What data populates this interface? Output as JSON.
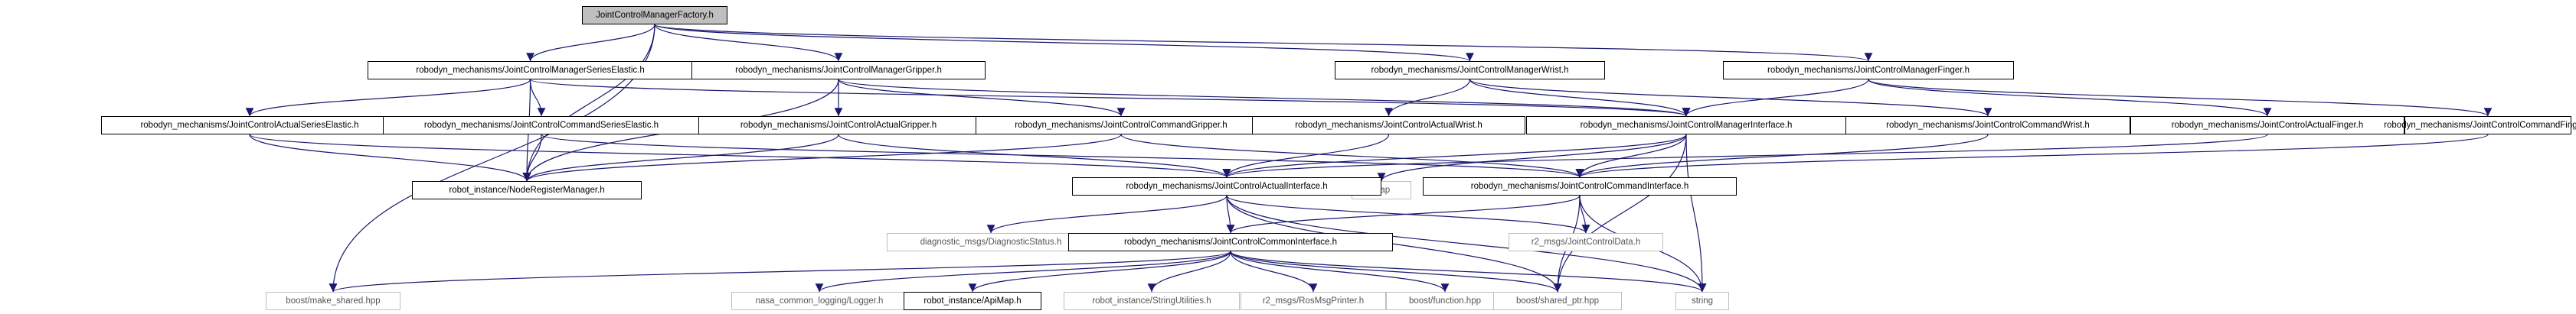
{
  "nodes": [
    {
      "id": "root",
      "label": "JointControlManagerFactory.h",
      "kind": "root"
    },
    {
      "id": "series",
      "label": "robodyn_mechanisms/JointControlManagerSeriesElastic.h",
      "kind": "file"
    },
    {
      "id": "gripper",
      "label": "robodyn_mechanisms/JointControlManagerGripper.h",
      "kind": "file"
    },
    {
      "id": "wrist",
      "label": "robodyn_mechanisms/JointControlManagerWrist.h",
      "kind": "file"
    },
    {
      "id": "finger",
      "label": "robodyn_mechanisms/JointControlManagerFinger.h",
      "kind": "file"
    },
    {
      "id": "actSeries",
      "label": "robodyn_mechanisms/JointControlActualSeriesElastic.h",
      "kind": "file"
    },
    {
      "id": "cmdSeries",
      "label": "robodyn_mechanisms/JointControlCommandSeriesElastic.h",
      "kind": "file"
    },
    {
      "id": "actGripper",
      "label": "robodyn_mechanisms/JointControlActualGripper.h",
      "kind": "file"
    },
    {
      "id": "cmdGripper",
      "label": "robodyn_mechanisms/JointControlCommandGripper.h",
      "kind": "file"
    },
    {
      "id": "actWrist",
      "label": "robodyn_mechanisms/JointControlActualWrist.h",
      "kind": "file"
    },
    {
      "id": "mgrIface",
      "label": "robodyn_mechanisms/JointControlManagerInterface.h",
      "kind": "file"
    },
    {
      "id": "cmdWrist",
      "label": "robodyn_mechanisms/JointControlCommandWrist.h",
      "kind": "file"
    },
    {
      "id": "actFinger",
      "label": "robodyn_mechanisms/JointControlActualFinger.h",
      "kind": "file"
    },
    {
      "id": "cmdFinger",
      "label": "robodyn_mechanisms/JointControlCommandFinger.h",
      "kind": "file"
    },
    {
      "id": "nodeReg",
      "label": "robot_instance/NodeRegisterManager.h",
      "kind": "file"
    },
    {
      "id": "map",
      "label": "map",
      "kind": "ext"
    },
    {
      "id": "actIface",
      "label": "robodyn_mechanisms/JointControlActualInterface.h",
      "kind": "file"
    },
    {
      "id": "cmdIface",
      "label": "robodyn_mechanisms/JointControlCommandInterface.h",
      "kind": "file"
    },
    {
      "id": "diag",
      "label": "diagnostic_msgs/DiagnosticStatus.h",
      "kind": "ext"
    },
    {
      "id": "r2data",
      "label": "r2_msgs/JointControlData.h",
      "kind": "ext"
    },
    {
      "id": "common",
      "label": "robodyn_mechanisms/JointControlCommonInterface.h",
      "kind": "file"
    },
    {
      "id": "makeShared",
      "label": "boost/make_shared.hpp",
      "kind": "ext"
    },
    {
      "id": "logger",
      "label": "nasa_common_logging/Logger.h",
      "kind": "ext"
    },
    {
      "id": "apimap",
      "label": "robot_instance/ApiMap.h",
      "kind": "file"
    },
    {
      "id": "strutil",
      "label": "robot_instance/StringUtilities.h",
      "kind": "ext"
    },
    {
      "id": "rosprint",
      "label": "r2_msgs/RosMsgPrinter.h",
      "kind": "ext"
    },
    {
      "id": "bfunc",
      "label": "boost/function.hpp",
      "kind": "ext"
    },
    {
      "id": "sharedPtr",
      "label": "boost/shared_ptr.hpp",
      "kind": "ext"
    },
    {
      "id": "string",
      "label": "string",
      "kind": "ext"
    }
  ],
  "edges": [
    [
      "root",
      "series"
    ],
    [
      "root",
      "gripper"
    ],
    [
      "root",
      "wrist"
    ],
    [
      "root",
      "finger"
    ],
    [
      "root",
      "nodeReg"
    ],
    [
      "root",
      "makeShared"
    ],
    [
      "series",
      "actSeries"
    ],
    [
      "series",
      "cmdSeries"
    ],
    [
      "series",
      "mgrIface"
    ],
    [
      "series",
      "nodeReg"
    ],
    [
      "gripper",
      "actGripper"
    ],
    [
      "gripper",
      "cmdGripper"
    ],
    [
      "gripper",
      "mgrIface"
    ],
    [
      "gripper",
      "nodeReg"
    ],
    [
      "wrist",
      "actWrist"
    ],
    [
      "wrist",
      "mgrIface"
    ],
    [
      "wrist",
      "cmdWrist"
    ],
    [
      "finger",
      "actFinger"
    ],
    [
      "finger",
      "cmdFinger"
    ],
    [
      "finger",
      "mgrIface"
    ],
    [
      "actSeries",
      "nodeReg"
    ],
    [
      "actSeries",
      "actIface"
    ],
    [
      "cmdSeries",
      "nodeReg"
    ],
    [
      "cmdSeries",
      "cmdIface"
    ],
    [
      "actGripper",
      "nodeReg"
    ],
    [
      "actGripper",
      "actIface"
    ],
    [
      "cmdGripper",
      "nodeReg"
    ],
    [
      "cmdGripper",
      "cmdIface"
    ],
    [
      "actWrist",
      "actIface"
    ],
    [
      "cmdWrist",
      "cmdIface"
    ],
    [
      "actFinger",
      "actIface"
    ],
    [
      "cmdFinger",
      "cmdIface"
    ],
    [
      "mgrIface",
      "actIface"
    ],
    [
      "mgrIface",
      "cmdIface"
    ],
    [
      "mgrIface",
      "map"
    ],
    [
      "mgrIface",
      "sharedPtr"
    ],
    [
      "mgrIface",
      "string"
    ],
    [
      "actIface",
      "diag"
    ],
    [
      "actIface",
      "common"
    ],
    [
      "actIface",
      "r2data"
    ],
    [
      "actIface",
      "sharedPtr"
    ],
    [
      "actIface",
      "string"
    ],
    [
      "cmdIface",
      "common"
    ],
    [
      "cmdIface",
      "r2data"
    ],
    [
      "cmdIface",
      "sharedPtr"
    ],
    [
      "cmdIface",
      "string"
    ],
    [
      "common",
      "makeShared"
    ],
    [
      "common",
      "logger"
    ],
    [
      "common",
      "apimap"
    ],
    [
      "common",
      "strutil"
    ],
    [
      "common",
      "rosprint"
    ],
    [
      "common",
      "bfunc"
    ],
    [
      "common",
      "sharedPtr"
    ],
    [
      "common",
      "string"
    ]
  ]
}
